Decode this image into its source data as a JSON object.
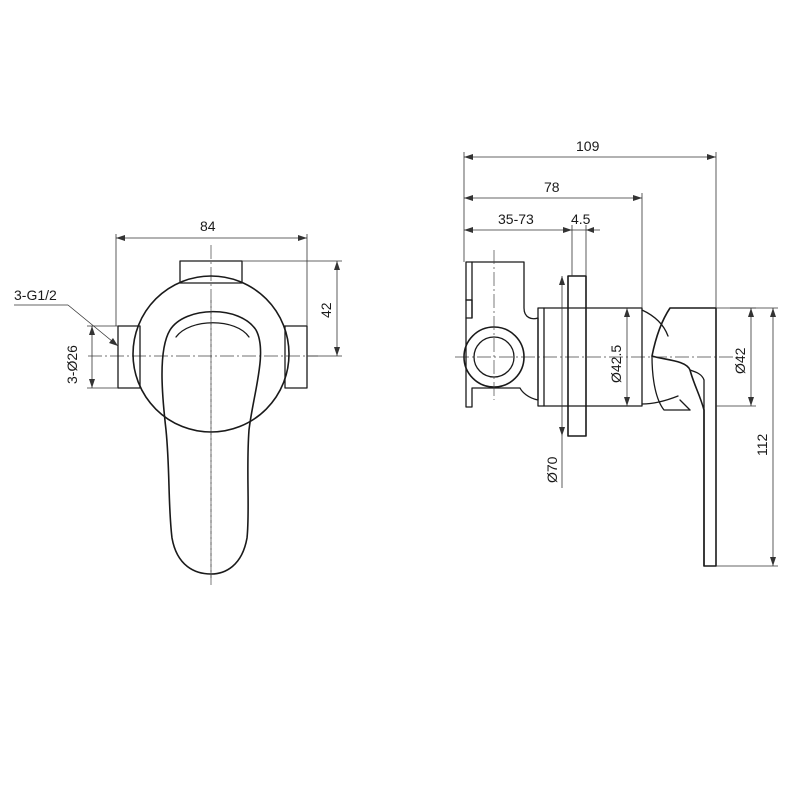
{
  "front_view": {
    "width_dim": "84",
    "height_dim": "42",
    "thread_label": "3-G1/2",
    "inlet_dia_label": "3-Ø26"
  },
  "side_view": {
    "overall_depth_dim": "109",
    "depth_dim": "78",
    "adjust_range_dim": "35-73",
    "plate_thickness_dim": "4.5",
    "body_dia_dim": "Ø42.5",
    "plate_dia_dim": "Ø70",
    "handle_dia_dim": "Ø42",
    "height_dim": "112"
  }
}
